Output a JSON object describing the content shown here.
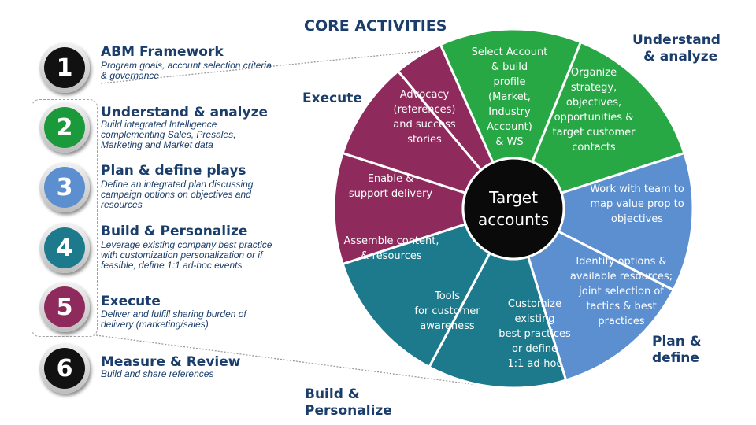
{
  "steps": [
    {
      "number": "1",
      "title": "ABM Framework",
      "desc": "Program goals, account selection criteria & governance",
      "color": "#111111"
    },
    {
      "number": "2",
      "title": "Understand & analyze",
      "desc": "Build integrated Intelligence complementing Sales, Presales, Marketing and Market data",
      "color": "#1a9a3a"
    },
    {
      "number": "3",
      "title": "Plan & define plays",
      "desc": "Define an integrated plan discussing campaign options on objectives and resources",
      "color": "#5b8fd0"
    },
    {
      "number": "4",
      "title": "Build & Personalize",
      "desc": "Leverage existing company best practice with customization personalization or if feasible, define 1:1 ad-hoc events",
      "color": "#1c7a8c"
    },
    {
      "number": "5",
      "title": "Execute",
      "desc": "Deliver and fulfill sharing burden of delivery (marketing/sales)",
      "color": "#8e2a5c"
    },
    {
      "number": "6",
      "title": "Measure & Review",
      "desc": "Build and share references",
      "color": "#111111"
    }
  ],
  "headings": {
    "core_activities": "CORE ACTIVITIES",
    "understand": [
      "Understand",
      "& analyze"
    ],
    "execute": "Execute",
    "plan": [
      "Plan &",
      "define"
    ],
    "build": [
      "Build &",
      "Personalize"
    ]
  },
  "center": [
    "Target",
    "accounts"
  ],
  "segments": [
    {
      "lines": [
        "Select Account",
        "&  build",
        "profile",
        "(Market,",
        "Industry",
        "Account)",
        "& WS"
      ],
      "color": "#27a845"
    },
    {
      "lines": [
        "Organize",
        "strategy,",
        "objectives,",
        "opportunities  &",
        "target customer",
        "contacts"
      ],
      "color": "#27a845"
    },
    {
      "lines": [
        "Work with team to",
        "map value prop to",
        "objectives"
      ],
      "color": "#5b8fd0"
    },
    {
      "lines": [
        "Identify options  &",
        "available  resources;",
        "joint selection of",
        "tactics & best",
        "practices"
      ],
      "color": "#5b8fd0"
    },
    {
      "lines": [
        "Customize",
        "existing",
        "best practices",
        "or define",
        "1:1 ad-hoc"
      ],
      "color": "#1c7a8c"
    },
    {
      "lines": [
        "Tools",
        "for customer",
        "awareness"
      ],
      "color": "#1c7a8c"
    },
    {
      "lines": [
        "Assemble content,",
        "& resources"
      ],
      "color": "#8e2a5c"
    },
    {
      "lines": [
        "Enable &",
        "support delivery"
      ],
      "color": "#8e2a5c"
    },
    {
      "lines": [
        "Advocacy",
        "(references)",
        "and success",
        "stories"
      ],
      "color": "#8e2a5c"
    }
  ]
}
